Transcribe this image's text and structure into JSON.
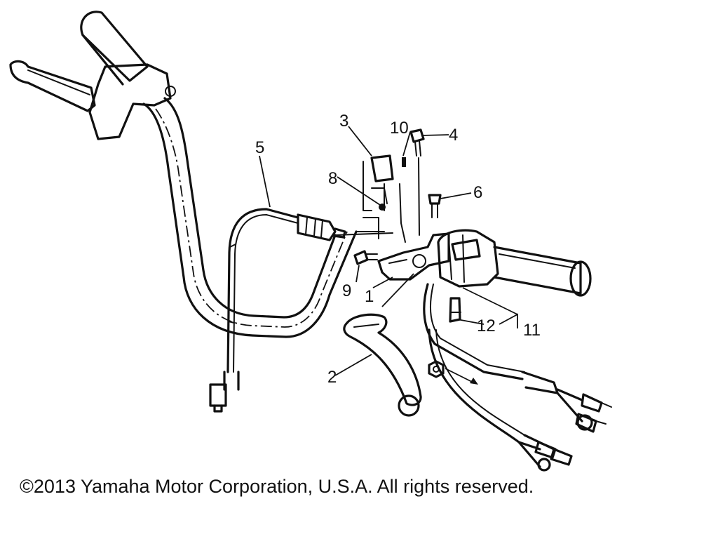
{
  "callouts": {
    "c1": "1",
    "c2": "2",
    "c3": "3",
    "c4": "4",
    "c5": "5",
    "c6": "6",
    "c8": "8",
    "c9": "9",
    "c10": "10",
    "c11": "11",
    "c12": "12"
  },
  "footer": {
    "copyright": "©2013 Yamaha Motor Corporation, U.S.A. All rights reserved."
  }
}
